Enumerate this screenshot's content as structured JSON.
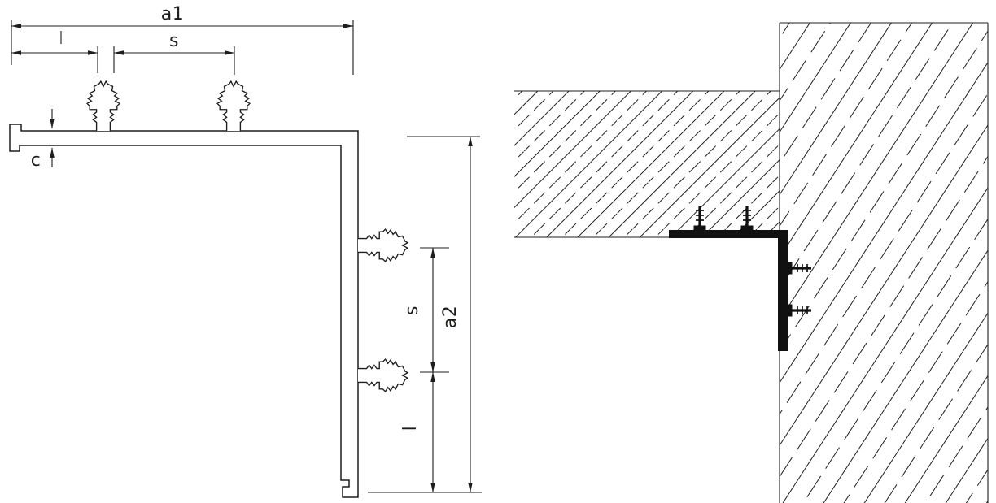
{
  "drawing": {
    "background": "#ffffff",
    "line_color": "#1d1d1b",
    "profile_fill": "#111111",
    "labels": {
      "a1": "a1",
      "s_top": "s",
      "c": "c",
      "s_side": "s",
      "a2": "a2",
      "l": "l"
    }
  }
}
